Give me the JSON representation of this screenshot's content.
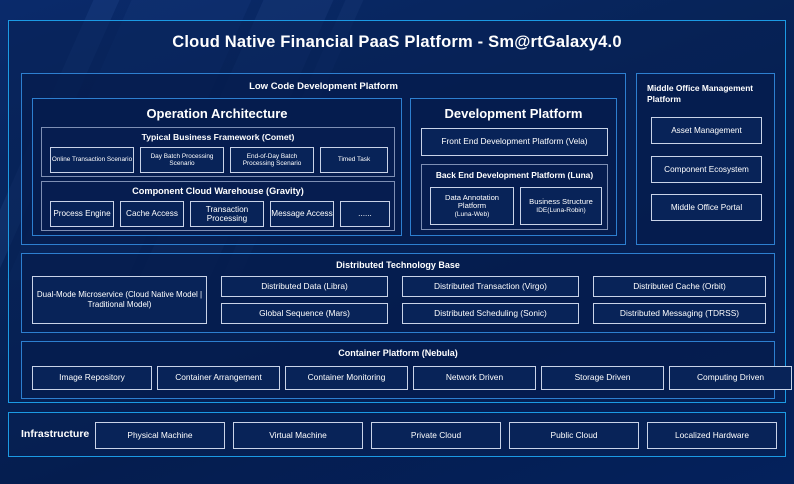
{
  "page": {
    "title": "Cloud Native Financial PaaS Platform - Sm@rtGalaxy4.0"
  },
  "low_code": {
    "title": "Low Code Development Platform",
    "operation_architecture": {
      "title": "Operation Architecture",
      "comet": {
        "title": "Typical Business Framework (Comet)",
        "items": [
          "Online Transaction Scenario",
          "Day Batch Processing Scenario",
          "End-of-Day Batch Processing Scenario",
          "Timed Task"
        ]
      },
      "gravity": {
        "title": "Component Cloud Warehouse (Gravity)",
        "items": [
          "Process Engine",
          "Cache Access",
          "Transaction Processing",
          "Message Access",
          "......"
        ]
      }
    },
    "development_platform": {
      "title": "Development Platform",
      "front_end": "Front End Development Platform (Vela)",
      "back_end": {
        "title": "Back End Development Platform (Luna)",
        "items": [
          {
            "name": "Data Annotation Platform",
            "note": "(Luna-Web)"
          },
          {
            "name": "Business Structure",
            "note": "IDE(Luna-Robin)"
          }
        ]
      }
    }
  },
  "middle_office": {
    "title": "Middle Office Management Platform",
    "items": [
      "Asset Management",
      "Component Ecosystem",
      "Middle Office Portal"
    ]
  },
  "distributed_technology_base": {
    "title": "Distributed Technology Base",
    "highlight": "Dual-Mode Microservice (Cloud Native Model | Traditional Model)",
    "row1": [
      "Distributed Data (Libra)",
      "Distributed Transaction (Virgo)",
      "Distributed Cache (Orbit)"
    ],
    "row2": [
      "Global Sequence (Mars)",
      "Distributed Scheduling (Sonic)",
      "Distributed Messaging (TDRSS)"
    ]
  },
  "container_platform": {
    "title": "Container Platform (Nebula)",
    "items": [
      "Image Repository",
      "Container Arrangement",
      "Container Monitoring",
      "Network Driven",
      "Storage Driven",
      "Computing Driven"
    ]
  },
  "infrastructure": {
    "label": "Infrastructure",
    "items": [
      "Physical Machine",
      "Virtual Machine",
      "Private Cloud",
      "Public Cloud",
      "Localized Hardware"
    ]
  },
  "colors": {
    "accent": "#1b9ae4",
    "panel_border": "#2d7fd0",
    "chip_border": "#c9d3e8",
    "background": "#072459"
  }
}
